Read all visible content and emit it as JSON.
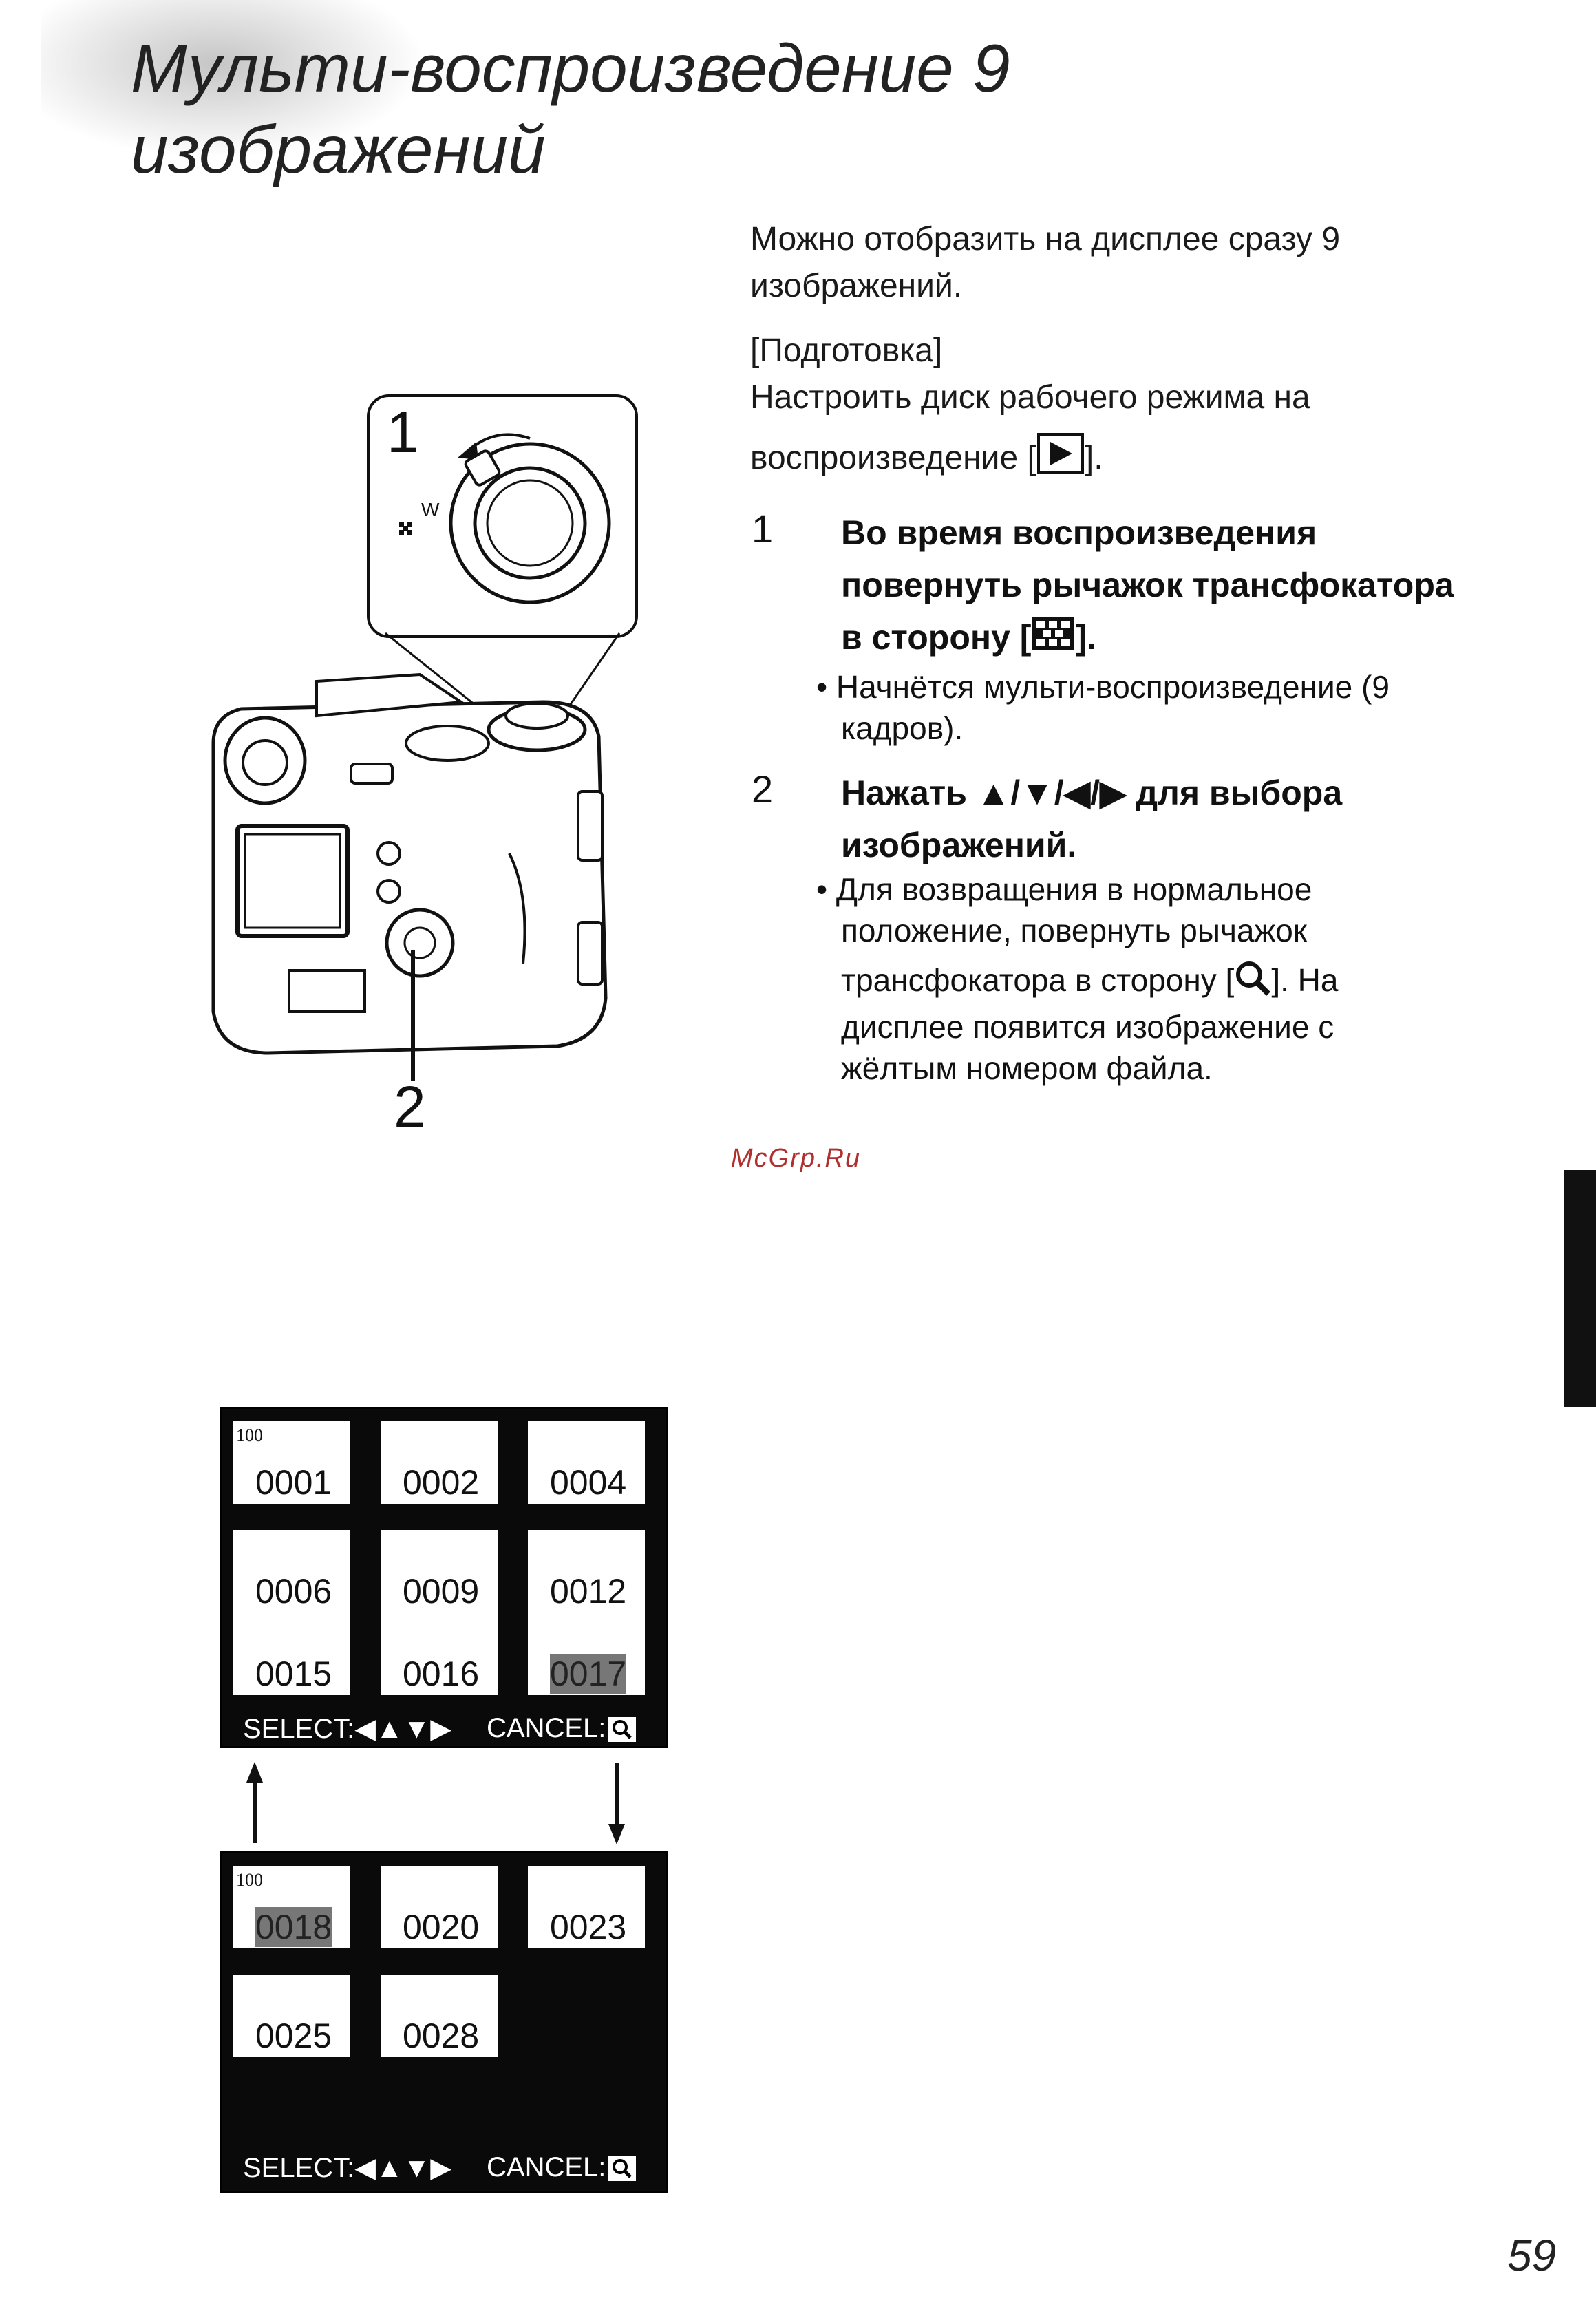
{
  "page": {
    "title_line1": "Мульти-воспроизведение 9",
    "title_line2": "изображений",
    "intro_1": "Можно отобразить на дисплее сразу 9",
    "intro_2": "изображений.",
    "prep_label": "[Подготовка]",
    "prep_1": "Настроить диск рабочего режима на",
    "prep_2_a": "воспроизведение [",
    "prep_2_b": "].",
    "step1_num": "1",
    "step1_l1": "Во время воспроизведения",
    "step1_l2": "повернуть рычажок трансфокатора",
    "step1_l3_a": "в сторону [",
    "step1_l3_b": "].",
    "step1_bullet_l1": "• Начнётся мульти-воспроизведение (9",
    "step1_bullet_l2": "кадров).",
    "step2_num": "2",
    "step2_l1": "Нажать ▲/▼/◀/▶ для выбора",
    "step2_l2": "изображений.",
    "step2_b_l1": "• Для возвращения в нормальное",
    "step2_b_l2": "положение, повернуть рычажок",
    "step2_b_l3_a": "трансфокатора в сторону [",
    "step2_b_l3_b": "]. На",
    "step2_b_l4": "дисплее появится изображение с",
    "step2_b_l5": "жёлтым номером файла.",
    "watermark": "McGrp.Ru",
    "page_number": "59"
  },
  "figure": {
    "label_1": "1",
    "label_2": "2",
    "dial_w": "W"
  },
  "screen1": {
    "folder": "100",
    "tiles": [
      "0001",
      "0002",
      "0004",
      "0006",
      "0009",
      "0012",
      "0015",
      "0016",
      "0017"
    ],
    "selected_index": 8,
    "select_label": "SELECT:◀▲▼▶",
    "cancel_label": "CANCEL:"
  },
  "screen2": {
    "folder": "100",
    "tiles": [
      "0018",
      "0020",
      "0023",
      "0025",
      "0028"
    ],
    "selected_index": 0,
    "select_label": "SELECT:◀▲▼▶",
    "cancel_label": "CANCEL:"
  },
  "colors": {
    "accent_tab": "#111111",
    "watermark": "#b03030",
    "lcd_bg": "#0a0a0a"
  }
}
